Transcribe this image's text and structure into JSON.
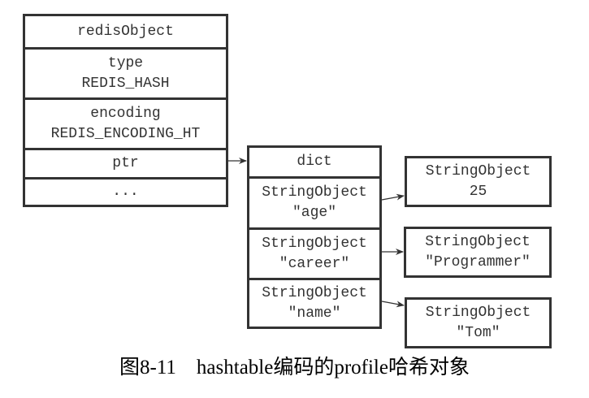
{
  "redis_object": {
    "title": "redisObject",
    "type_label": "type",
    "type_value": "REDIS_HASH",
    "encoding_label": "encoding",
    "encoding_value": "REDIS_ENCODING_HT",
    "ptr_label": "ptr",
    "more_label": "..."
  },
  "dict": {
    "title": "dict",
    "keys": [
      {
        "type": "StringObject",
        "value": "\"age\""
      },
      {
        "type": "StringObject",
        "value": "\"career\""
      },
      {
        "type": "StringObject",
        "value": "\"name\""
      }
    ]
  },
  "values": [
    {
      "type": "StringObject",
      "value": "25"
    },
    {
      "type": "StringObject",
      "value": "\"Programmer\""
    },
    {
      "type": "StringObject",
      "value": "\"Tom\""
    }
  ],
  "caption": {
    "figure_number": "图8-11",
    "text": "hashtable编码的profile哈希对象"
  }
}
